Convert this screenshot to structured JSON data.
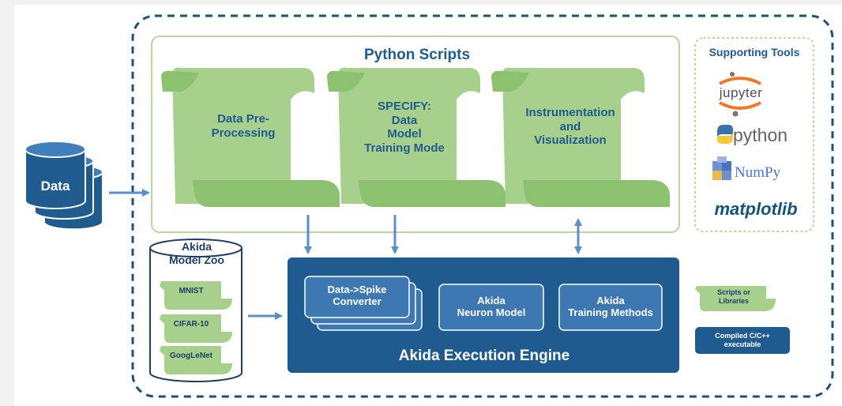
{
  "data_store": {
    "label": "Data"
  },
  "python_scripts": {
    "title": "Python Scripts",
    "scrolls": [
      {
        "label": "Data Pre-\nProcessing"
      },
      {
        "label": "SPECIFY:\nData\nModel\nTraining Mode"
      },
      {
        "label": "Instrumentation\nand\nVisualization"
      }
    ]
  },
  "supporting_tools": {
    "title": "Supporting Tools",
    "tools": [
      {
        "name": "jupyter",
        "icon": "jupyter-logo"
      },
      {
        "name": "python",
        "icon": "python-logo"
      },
      {
        "name": "NumPy",
        "icon": "numpy-logo"
      },
      {
        "name": "matplotlib",
        "icon": "matplotlib-logo"
      }
    ]
  },
  "model_zoo": {
    "title": "Akida\nModel Zoo",
    "models": [
      "MNIST",
      "CIFAR-10",
      "GoogLeNet"
    ]
  },
  "engine": {
    "title": "Akida Execution Engine",
    "components": [
      {
        "label": "Data->Spike\nConverter"
      },
      {
        "label": "Akida\nNeuron Model"
      },
      {
        "label": "Akida\nTraining Methods"
      }
    ]
  },
  "legend": {
    "scripts": "Scripts or\nLibraries",
    "compiled": "Compiled C/C++\nexecutable"
  },
  "colors": {
    "dashed_border": "#1b4f7c",
    "scroll_fill": "#a8d08d",
    "scroll_dark": "#8cc26f",
    "panel_border": "#b7d9a0",
    "engine_fill": "#1f5b8e",
    "engine_box": "#3d78b3",
    "arrow": "#5b8fc9"
  }
}
